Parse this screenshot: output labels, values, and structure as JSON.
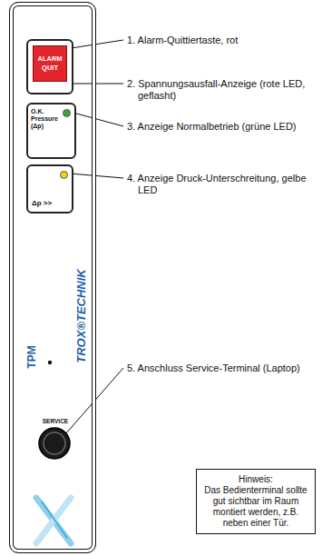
{
  "diagram": {
    "nodes": [
      {
        "text": [
          "TROX®TECHNIK",
          "TPM",
          "SERVICE"
        ]
      },
      {
        "text": [
          "ALARM QUIT"
        ],
        "in": 0
      },
      {
        "text": [
          "O.K. Pressure (Δp)"
        ],
        "in": 0
      },
      {
        "text": [
          "Δp >>"
        ],
        "in": 0
      },
      {
        "text": [
          "Hinweis:",
          "Das Bedienterminal sollte gut sichtbar im Raum montiert werden, z.B. neben einer Tür."
        ]
      }
    ],
    "labels": [
      "1. Alarm-Quittiertaste, rot",
      "2. Spannungsausfall-Anzeige (rote LED, geflasht)",
      "3. Anzeige Normalbetrieb (grüne LED)",
      "4. Anzeige Druck-Unterschreitung, gelbe LED",
      "5. Anschluss Service-Terminal (Laptop)"
    ]
  }
}
